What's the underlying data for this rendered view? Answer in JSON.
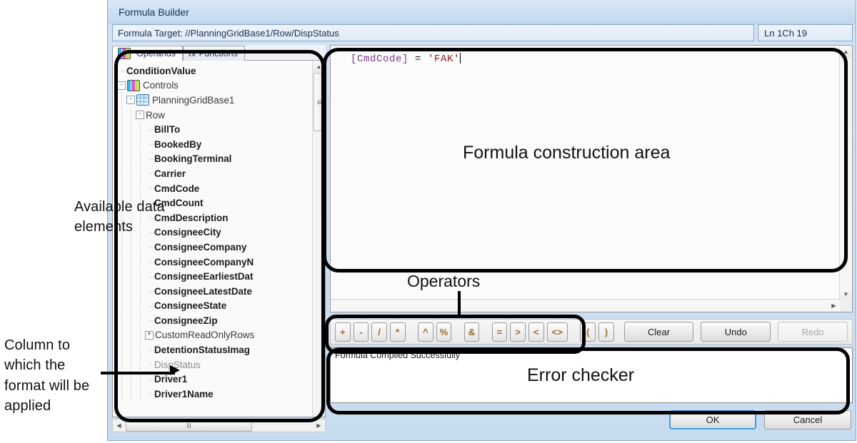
{
  "window": {
    "title": "Formula Builder",
    "target_label": "Formula Target: //PlanningGridBase1/Row/DispStatus",
    "cursor_position": "Ln 1Ch 19"
  },
  "tabs": [
    {
      "label": "Operands",
      "icon": "operands-icon",
      "active": true
    },
    {
      "label": "Functions",
      "icon": "fx-icon",
      "active": false
    }
  ],
  "tree": {
    "items": [
      {
        "label": "ConditionValue",
        "depth": 0,
        "style": "bold",
        "expander": "",
        "icon": ""
      },
      {
        "label": "Controls",
        "depth": 0,
        "style": "plain",
        "expander": "-",
        "icon": "controls-icon"
      },
      {
        "label": "PlanningGridBase1",
        "depth": 1,
        "style": "plain",
        "expander": "-",
        "icon": "grid-icon"
      },
      {
        "label": "Row",
        "depth": 2,
        "style": "plain",
        "expander": "-",
        "icon": ""
      },
      {
        "label": "BillTo",
        "depth": 3,
        "style": "bold",
        "expander": "",
        "icon": ""
      },
      {
        "label": "BookedBy",
        "depth": 3,
        "style": "bold",
        "expander": "",
        "icon": ""
      },
      {
        "label": "BookingTerminal",
        "depth": 3,
        "style": "bold",
        "expander": "",
        "icon": ""
      },
      {
        "label": "Carrier",
        "depth": 3,
        "style": "bold",
        "expander": "",
        "icon": ""
      },
      {
        "label": "CmdCode",
        "depth": 3,
        "style": "bold",
        "expander": "",
        "icon": ""
      },
      {
        "label": "CmdCount",
        "depth": 3,
        "style": "bold",
        "expander": "",
        "icon": ""
      },
      {
        "label": "CmdDescription",
        "depth": 3,
        "style": "bold",
        "expander": "",
        "icon": ""
      },
      {
        "label": "ConsigneeCity",
        "depth": 3,
        "style": "bold",
        "expander": "",
        "icon": ""
      },
      {
        "label": "ConsigneeCompany",
        "depth": 3,
        "style": "bold",
        "expander": "",
        "icon": ""
      },
      {
        "label": "ConsigneeCompanyN",
        "depth": 3,
        "style": "bold",
        "expander": "",
        "icon": ""
      },
      {
        "label": "ConsigneeEarliestDat",
        "depth": 3,
        "style": "bold",
        "expander": "",
        "icon": ""
      },
      {
        "label": "ConsigneeLatestDate",
        "depth": 3,
        "style": "bold",
        "expander": "",
        "icon": ""
      },
      {
        "label": "ConsigneeState",
        "depth": 3,
        "style": "bold",
        "expander": "",
        "icon": ""
      },
      {
        "label": "ConsigneeZip",
        "depth": 3,
        "style": "bold",
        "expander": "",
        "icon": ""
      },
      {
        "label": "CustomReadOnlyRows",
        "depth": 3,
        "style": "plain",
        "expander": "+",
        "icon": ""
      },
      {
        "label": "DetentionStatusImag",
        "depth": 3,
        "style": "bold",
        "expander": "",
        "icon": ""
      },
      {
        "label": "DispStatus",
        "depth": 3,
        "style": "dim",
        "expander": "",
        "icon": ""
      },
      {
        "label": "Driver1",
        "depth": 3,
        "style": "bold",
        "expander": "",
        "icon": ""
      },
      {
        "label": "Driver1Name",
        "depth": 3,
        "style": "bold",
        "expander": "",
        "icon": ""
      }
    ]
  },
  "editor": {
    "tokens": [
      {
        "t": "[CmdCode]",
        "k": "br"
      },
      {
        "t": " = ",
        "k": "op"
      },
      {
        "t": "'FAK'",
        "k": "str"
      }
    ],
    "text": "[CmdCode] = 'FAK'"
  },
  "toolbar": {
    "operators": [
      "+",
      "-",
      "/",
      "*",
      "^",
      "%",
      "&",
      "=",
      ">",
      "<",
      "<>",
      "(",
      ")"
    ],
    "clear_label": "Clear",
    "undo_label": "Undo",
    "redo_label": "Redo",
    "redo_disabled": true
  },
  "status": {
    "compile_message": "Formula Compiled Successfully"
  },
  "footer": {
    "ok_label": "OK",
    "cancel_label": "Cancel"
  },
  "annotations": {
    "available_data_elements": "Available data elements",
    "column_applied": "Column to which the format will be applied",
    "formula_construction_area": "Formula construction area",
    "operators": "Operators",
    "error_checker": "Error checker"
  },
  "colors": {
    "title_bar": "#cde0f3",
    "accent_focus": "#3aa0e0",
    "window_chrome": "#c8dcf0",
    "callout_outline": "#000000"
  }
}
